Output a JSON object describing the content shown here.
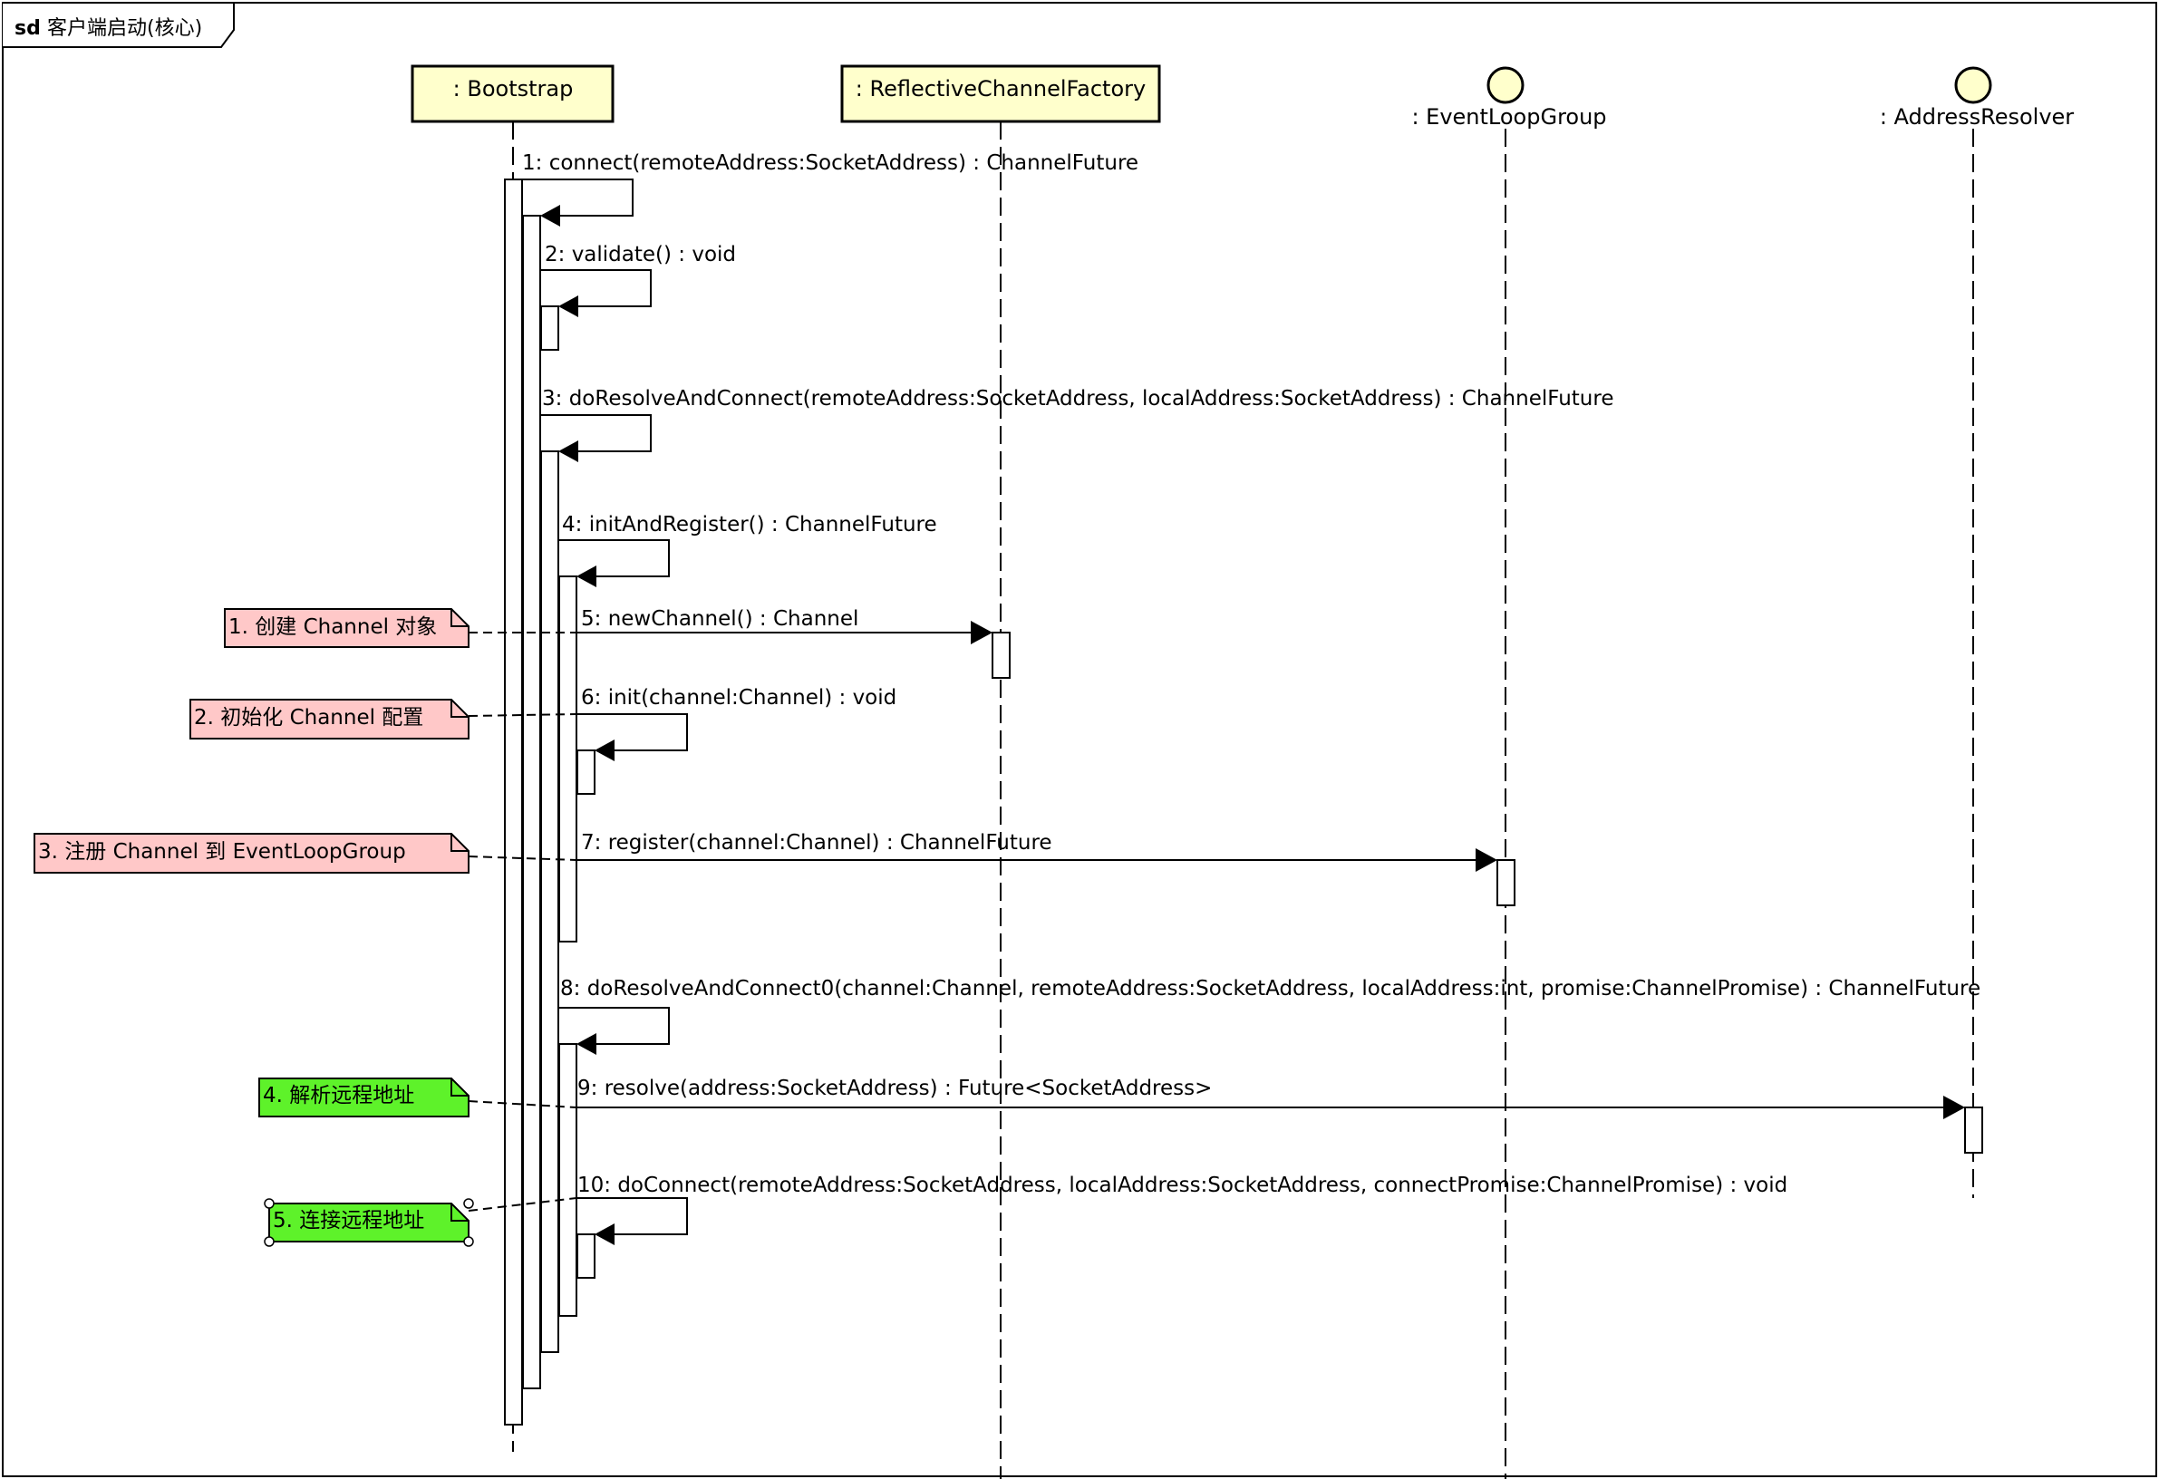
{
  "frame": {
    "label_keyword": "sd",
    "label_name": "客户端启动(核心)"
  },
  "participants": [
    {
      "id": "bootstrap",
      "label": ": Bootstrap",
      "kind": "class-box"
    },
    {
      "id": "factory",
      "label": ": ReflectiveChannelFactory",
      "kind": "class-box"
    },
    {
      "id": "eventloop",
      "label": ": EventLoopGroup",
      "kind": "entity-circle"
    },
    {
      "id": "resolver",
      "label": ": AddressResolver",
      "kind": "entity-circle"
    }
  ],
  "messages": [
    {
      "n": 1,
      "text": "1: connect(remoteAddress:SocketAddress) : ChannelFuture",
      "type": "self"
    },
    {
      "n": 2,
      "text": "2: validate() : void",
      "type": "self"
    },
    {
      "n": 3,
      "text": "3: doResolveAndConnect(remoteAddress:SocketAddress, localAddress:SocketAddress) : ChannelFuture",
      "type": "self"
    },
    {
      "n": 4,
      "text": "4: initAndRegister() : ChannelFuture",
      "type": "self"
    },
    {
      "n": 5,
      "text": "5: newChannel() : Channel",
      "type": "call",
      "to": "factory"
    },
    {
      "n": 6,
      "text": "6: init(channel:Channel) : void",
      "type": "self"
    },
    {
      "n": 7,
      "text": "7: register(channel:Channel) : ChannelFuture",
      "type": "call",
      "to": "eventloop"
    },
    {
      "n": 8,
      "text": "8: doResolveAndConnect0(channel:Channel, remoteAddress:SocketAddress, localAddress:int, promise:ChannelPromise) : ChannelFuture",
      "type": "self"
    },
    {
      "n": 9,
      "text": "9: resolve(address:SocketAddress) : Future<SocketAddress>",
      "type": "call",
      "to": "resolver"
    },
    {
      "n": 10,
      "text": "10: doConnect(remoteAddress:SocketAddress, localAddress:SocketAddress, connectPromise:ChannelPromise) : void",
      "type": "self"
    }
  ],
  "notes": [
    {
      "text": "1. 创建 Channel 对象",
      "color": "#ffc8c8"
    },
    {
      "text": "2. 初始化 Channel 配置",
      "color": "#ffc8c8"
    },
    {
      "text": "3. 注册 Channel 到 EventLoopGroup",
      "color": "#ffc8c8"
    },
    {
      "text": "4. 解析远程地址",
      "color": "#5ef22a"
    },
    {
      "text": "5. 连接远程地址",
      "color": "#5ef22a"
    }
  ],
  "colors": {
    "participant_fill": "#ffffcc",
    "activation_fill": "#ffffff",
    "line": "#000000"
  }
}
